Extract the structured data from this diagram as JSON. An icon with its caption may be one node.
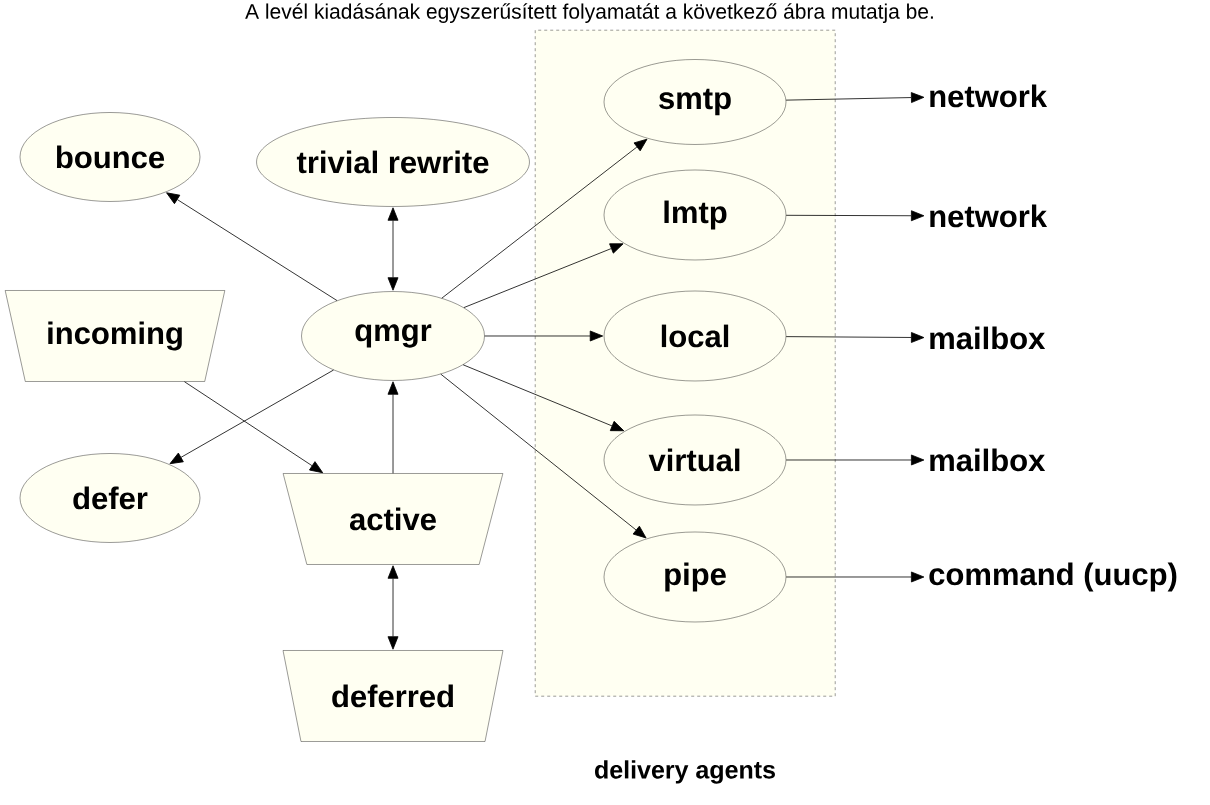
{
  "diagram": {
    "nodes": [
      {
        "text": [
          "delivery agents"
        ]
      },
      {
        "text": [
          "bounce"
        ]
      },
      {
        "text": [
          "trivial rewrite"
        ]
      },
      {
        "text": [
          "incoming"
        ]
      },
      {
        "text": [
          "qmgr"
        ]
      },
      {
        "text": [
          "defer"
        ]
      },
      {
        "text": [
          "active"
        ]
      },
      {
        "text": [
          "deferred"
        ]
      },
      {
        "text": [
          "smtp"
        ],
        "in": 0
      },
      {
        "text": [
          "lmtp"
        ],
        "in": 0
      },
      {
        "text": [
          "local"
        ],
        "in": 0
      },
      {
        "text": [
          "virtual"
        ],
        "in": 0
      },
      {
        "text": [
          "pipe"
        ],
        "in": 0
      },
      {
        "text": [
          "network"
        ]
      },
      {
        "text": [
          "network"
        ]
      },
      {
        "text": [
          "mailbox"
        ]
      },
      {
        "text": [
          "mailbox"
        ]
      },
      {
        "text": [
          "command (uucp)"
        ]
      }
    ],
    "edges": [
      {
        "from": 4,
        "to": 1,
        "arrow": "to"
      },
      {
        "from": 4,
        "to": 2,
        "arrow": "both"
      },
      {
        "from": 4,
        "to": 5,
        "arrow": "to"
      },
      {
        "from": 3,
        "to": 6,
        "arrow": "to"
      },
      {
        "from": 6,
        "to": 4,
        "arrow": "to"
      },
      {
        "from": 6,
        "to": 7,
        "arrow": "both"
      },
      {
        "from": 4,
        "to": 8,
        "arrow": "to"
      },
      {
        "from": 4,
        "to": 9,
        "arrow": "to"
      },
      {
        "from": 4,
        "to": 10,
        "arrow": "to"
      },
      {
        "from": 4,
        "to": 11,
        "arrow": "to"
      },
      {
        "from": 4,
        "to": 12,
        "arrow": "to"
      },
      {
        "from": 8,
        "to": 13,
        "arrow": "to"
      },
      {
        "from": 9,
        "to": 14,
        "arrow": "to"
      },
      {
        "from": 10,
        "to": 15,
        "arrow": "to"
      },
      {
        "from": 11,
        "to": 16,
        "arrow": "to"
      },
      {
        "from": 12,
        "to": 17,
        "arrow": "to"
      }
    ],
    "labels": [
      "A levél kiadásának egyszerűsített folyamatát a következő ábra mutatja be."
    ]
  }
}
